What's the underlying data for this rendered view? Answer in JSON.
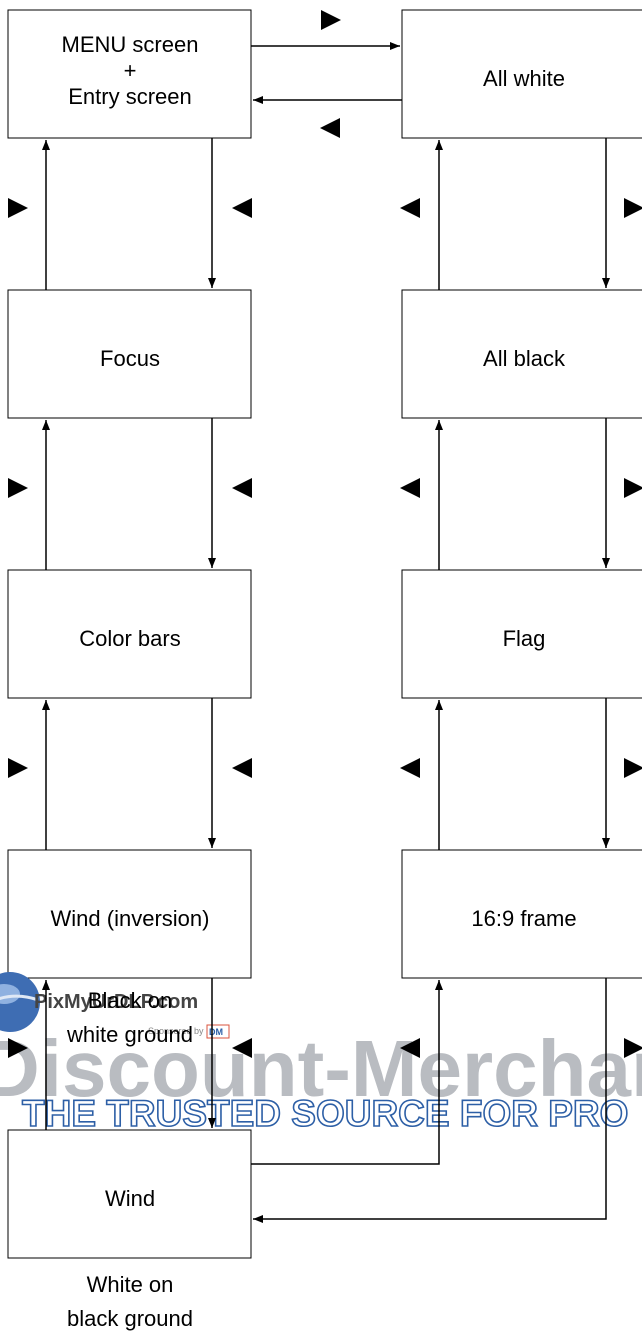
{
  "boxes": {
    "menu": {
      "line1": "MENU screen",
      "line2": "+",
      "line3": "Entry screen"
    },
    "focus": "Focus",
    "color_bars": "Color bars",
    "wind_inversion": "Wind (inversion)",
    "wind": "Wind",
    "all_white": "All white",
    "all_black": "All black",
    "flag": "Flag",
    "frame_16_9": "16:9 frame"
  },
  "captions": {
    "black_on_white": {
      "line1": "Black on",
      "line2": "white ground"
    },
    "white_on_black": {
      "line1": "White on",
      "line2": "black ground"
    }
  },
  "watermark": {
    "site": "PixMyUrDLP.com",
    "sponsor": "Sponsored by",
    "sponsor_logo": "DM",
    "brand": "Discount-Merchant",
    "tagline": "THE TRUSTED SOURCE FOR PRO"
  },
  "colors": {
    "line": "#000000",
    "watermark_blue": "#2d5fa6",
    "watermark_gray": "#b9bcc1"
  }
}
